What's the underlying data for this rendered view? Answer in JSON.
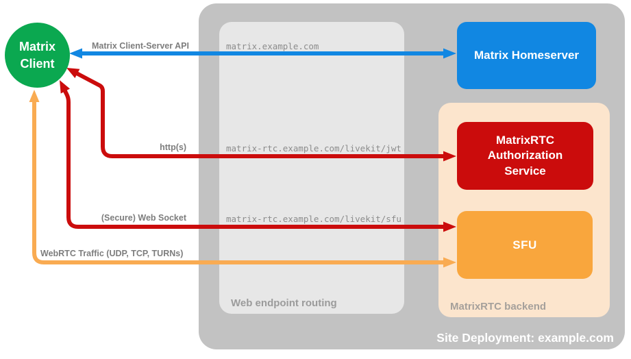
{
  "colors": {
    "green": "#0ba850",
    "blue": "#1187e2",
    "red": "#cb0c0c",
    "orange": "#f9a63d",
    "orange_line": "#f9ab52",
    "container_gray": "#c2c2c2",
    "routing_gray": "#e7e7e7",
    "backend_peach": "#fce5cd"
  },
  "client": {
    "label": "Matrix Client"
  },
  "containers": {
    "site": {
      "label": "Site Deployment: example.com"
    },
    "routing": {
      "label": "Web endpoint routing"
    },
    "backend": {
      "label": "MatrixRTC backend"
    }
  },
  "nodes": {
    "homeserver": {
      "label": "Matrix Homeserver"
    },
    "auth_service": {
      "label": "MatrixRTC Authorization Service"
    },
    "sfu": {
      "label": "SFU"
    }
  },
  "edges": [
    {
      "id": "client-server-api",
      "label": "Matrix Client-Server API",
      "route": "matrix.example.com"
    },
    {
      "id": "https",
      "label": "http(s)",
      "route": "matrix-rtc.example.com/livekit/jwt"
    },
    {
      "id": "websocket",
      "label": "(Secure) Web Socket",
      "route": "matrix-rtc.example.com/livekit/sfu"
    },
    {
      "id": "webrtc",
      "label": "WebRTC Traffic (UDP, TCP, TURNs)",
      "route": ""
    }
  ]
}
